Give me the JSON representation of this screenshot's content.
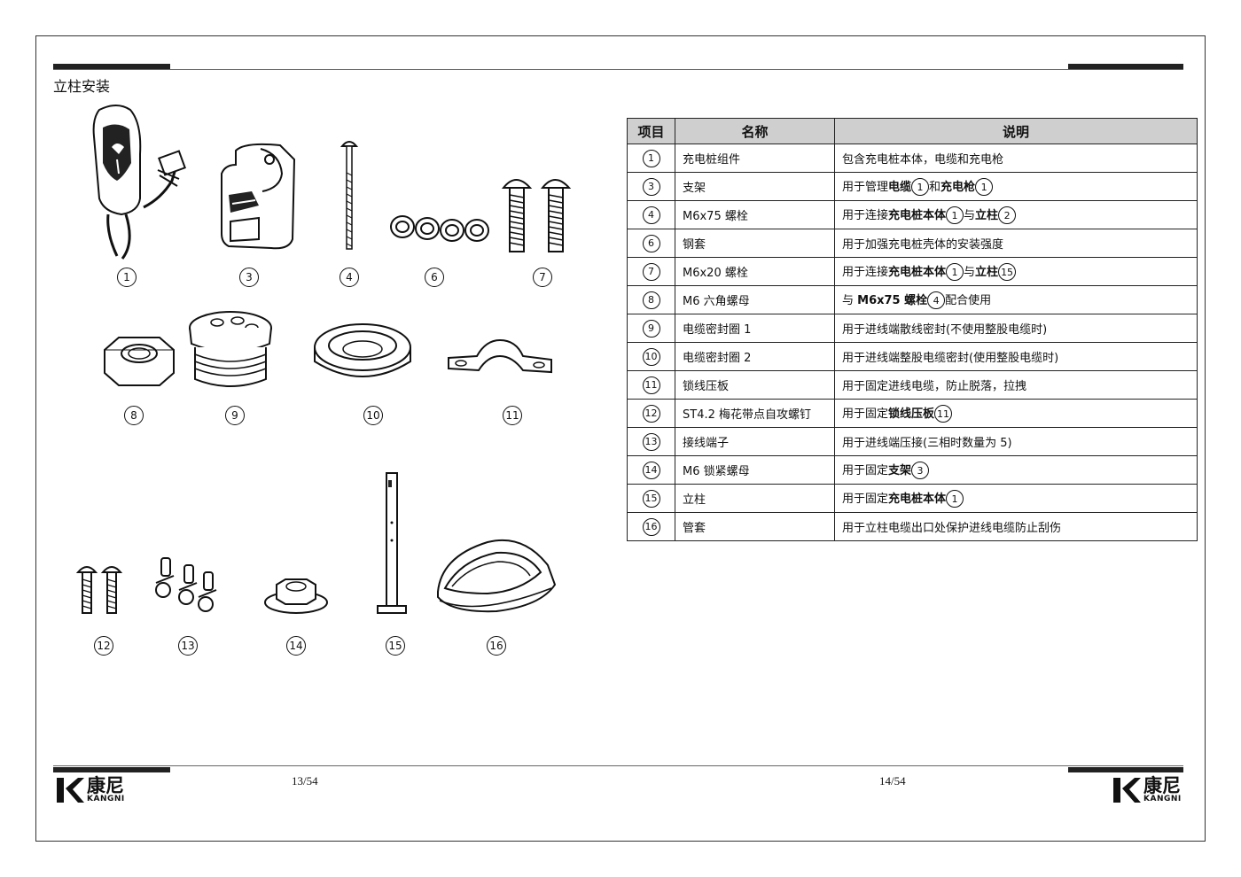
{
  "section_title": "立柱安装",
  "colors": {
    "line": "#666666",
    "bar": "#222222",
    "table_header": "#cfcfcf"
  },
  "parts": [
    {
      "num": "1",
      "icon": "charger-assembly-icon"
    },
    {
      "num": "3",
      "icon": "bracket-icon"
    },
    {
      "num": "4",
      "icon": "long-bolt-icon"
    },
    {
      "num": "6",
      "icon": "steel-sleeve-icon"
    },
    {
      "num": "7",
      "icon": "short-bolt-icon"
    },
    {
      "num": "8",
      "icon": "hex-nut-icon"
    },
    {
      "num": "9",
      "icon": "cable-seal-1-icon"
    },
    {
      "num": "10",
      "icon": "cable-seal-2-icon"
    },
    {
      "num": "11",
      "icon": "clamp-plate-icon"
    },
    {
      "num": "12",
      "icon": "tapping-screw-icon"
    },
    {
      "num": "13",
      "icon": "terminal-icon"
    },
    {
      "num": "14",
      "icon": "lock-nut-icon"
    },
    {
      "num": "15",
      "icon": "post-icon"
    },
    {
      "num": "16",
      "icon": "pipe-sleeve-icon"
    }
  ],
  "table": {
    "headers": [
      "项目",
      "名称",
      "说明"
    ],
    "rows": [
      {
        "item": "1",
        "name": "充电桩组件",
        "desc": "包含充电桩本体，电缆和充电枪"
      },
      {
        "item": "3",
        "name": "支架",
        "desc_parts": [
          "用于管理",
          "电缆",
          "1",
          "和",
          "充电枪",
          "1"
        ]
      },
      {
        "item": "4",
        "name": "M6x75 螺栓",
        "desc_parts": [
          "用于连接",
          "充电桩本体",
          "1",
          "与",
          "立柱",
          "2"
        ]
      },
      {
        "item": "6",
        "name": "钢套",
        "desc": "用于加强充电桩壳体的安装强度"
      },
      {
        "item": "7",
        "name": "M6x20 螺栓",
        "desc_parts": [
          "用于连接",
          "充电桩本体",
          "1",
          "与",
          "立柱",
          "15"
        ]
      },
      {
        "item": "8",
        "name": "M6 六角螺母",
        "desc_parts": [
          "与 ",
          "M6x75 螺栓",
          "4",
          "配合使用"
        ]
      },
      {
        "item": "9",
        "name": "电缆密封圈 1",
        "desc": "用于进线端散线密封(不使用整股电缆时)"
      },
      {
        "item": "10",
        "name": "电缆密封圈 2",
        "desc": "用于进线端整股电缆密封(使用整股电缆时)"
      },
      {
        "item": "11",
        "name": "锁线压板",
        "desc": "用于固定进线电缆，防止脱落，拉拽"
      },
      {
        "item": "12",
        "name": "ST4.2 梅花带点自攻螺钉",
        "desc_parts": [
          "用于固定",
          "锁线压板",
          "11"
        ]
      },
      {
        "item": "13",
        "name": "接线端子",
        "desc": "用于进线端压接(三相时数量为 5)"
      },
      {
        "item": "14",
        "name": "M6 锁紧螺母",
        "desc_parts": [
          "用于固定",
          "支架",
          "3"
        ]
      },
      {
        "item": "15",
        "name": "立柱",
        "desc_parts": [
          "用于固定",
          "充电桩本体",
          "1"
        ]
      },
      {
        "item": "16",
        "name": "管套",
        "desc": "用于立柱电缆出口处保护进线电缆防止刮伤"
      }
    ]
  },
  "footer": {
    "page_left": "13/54",
    "page_right": "14/54",
    "logo_cn": "康尼",
    "logo_en": "KANGNI"
  }
}
